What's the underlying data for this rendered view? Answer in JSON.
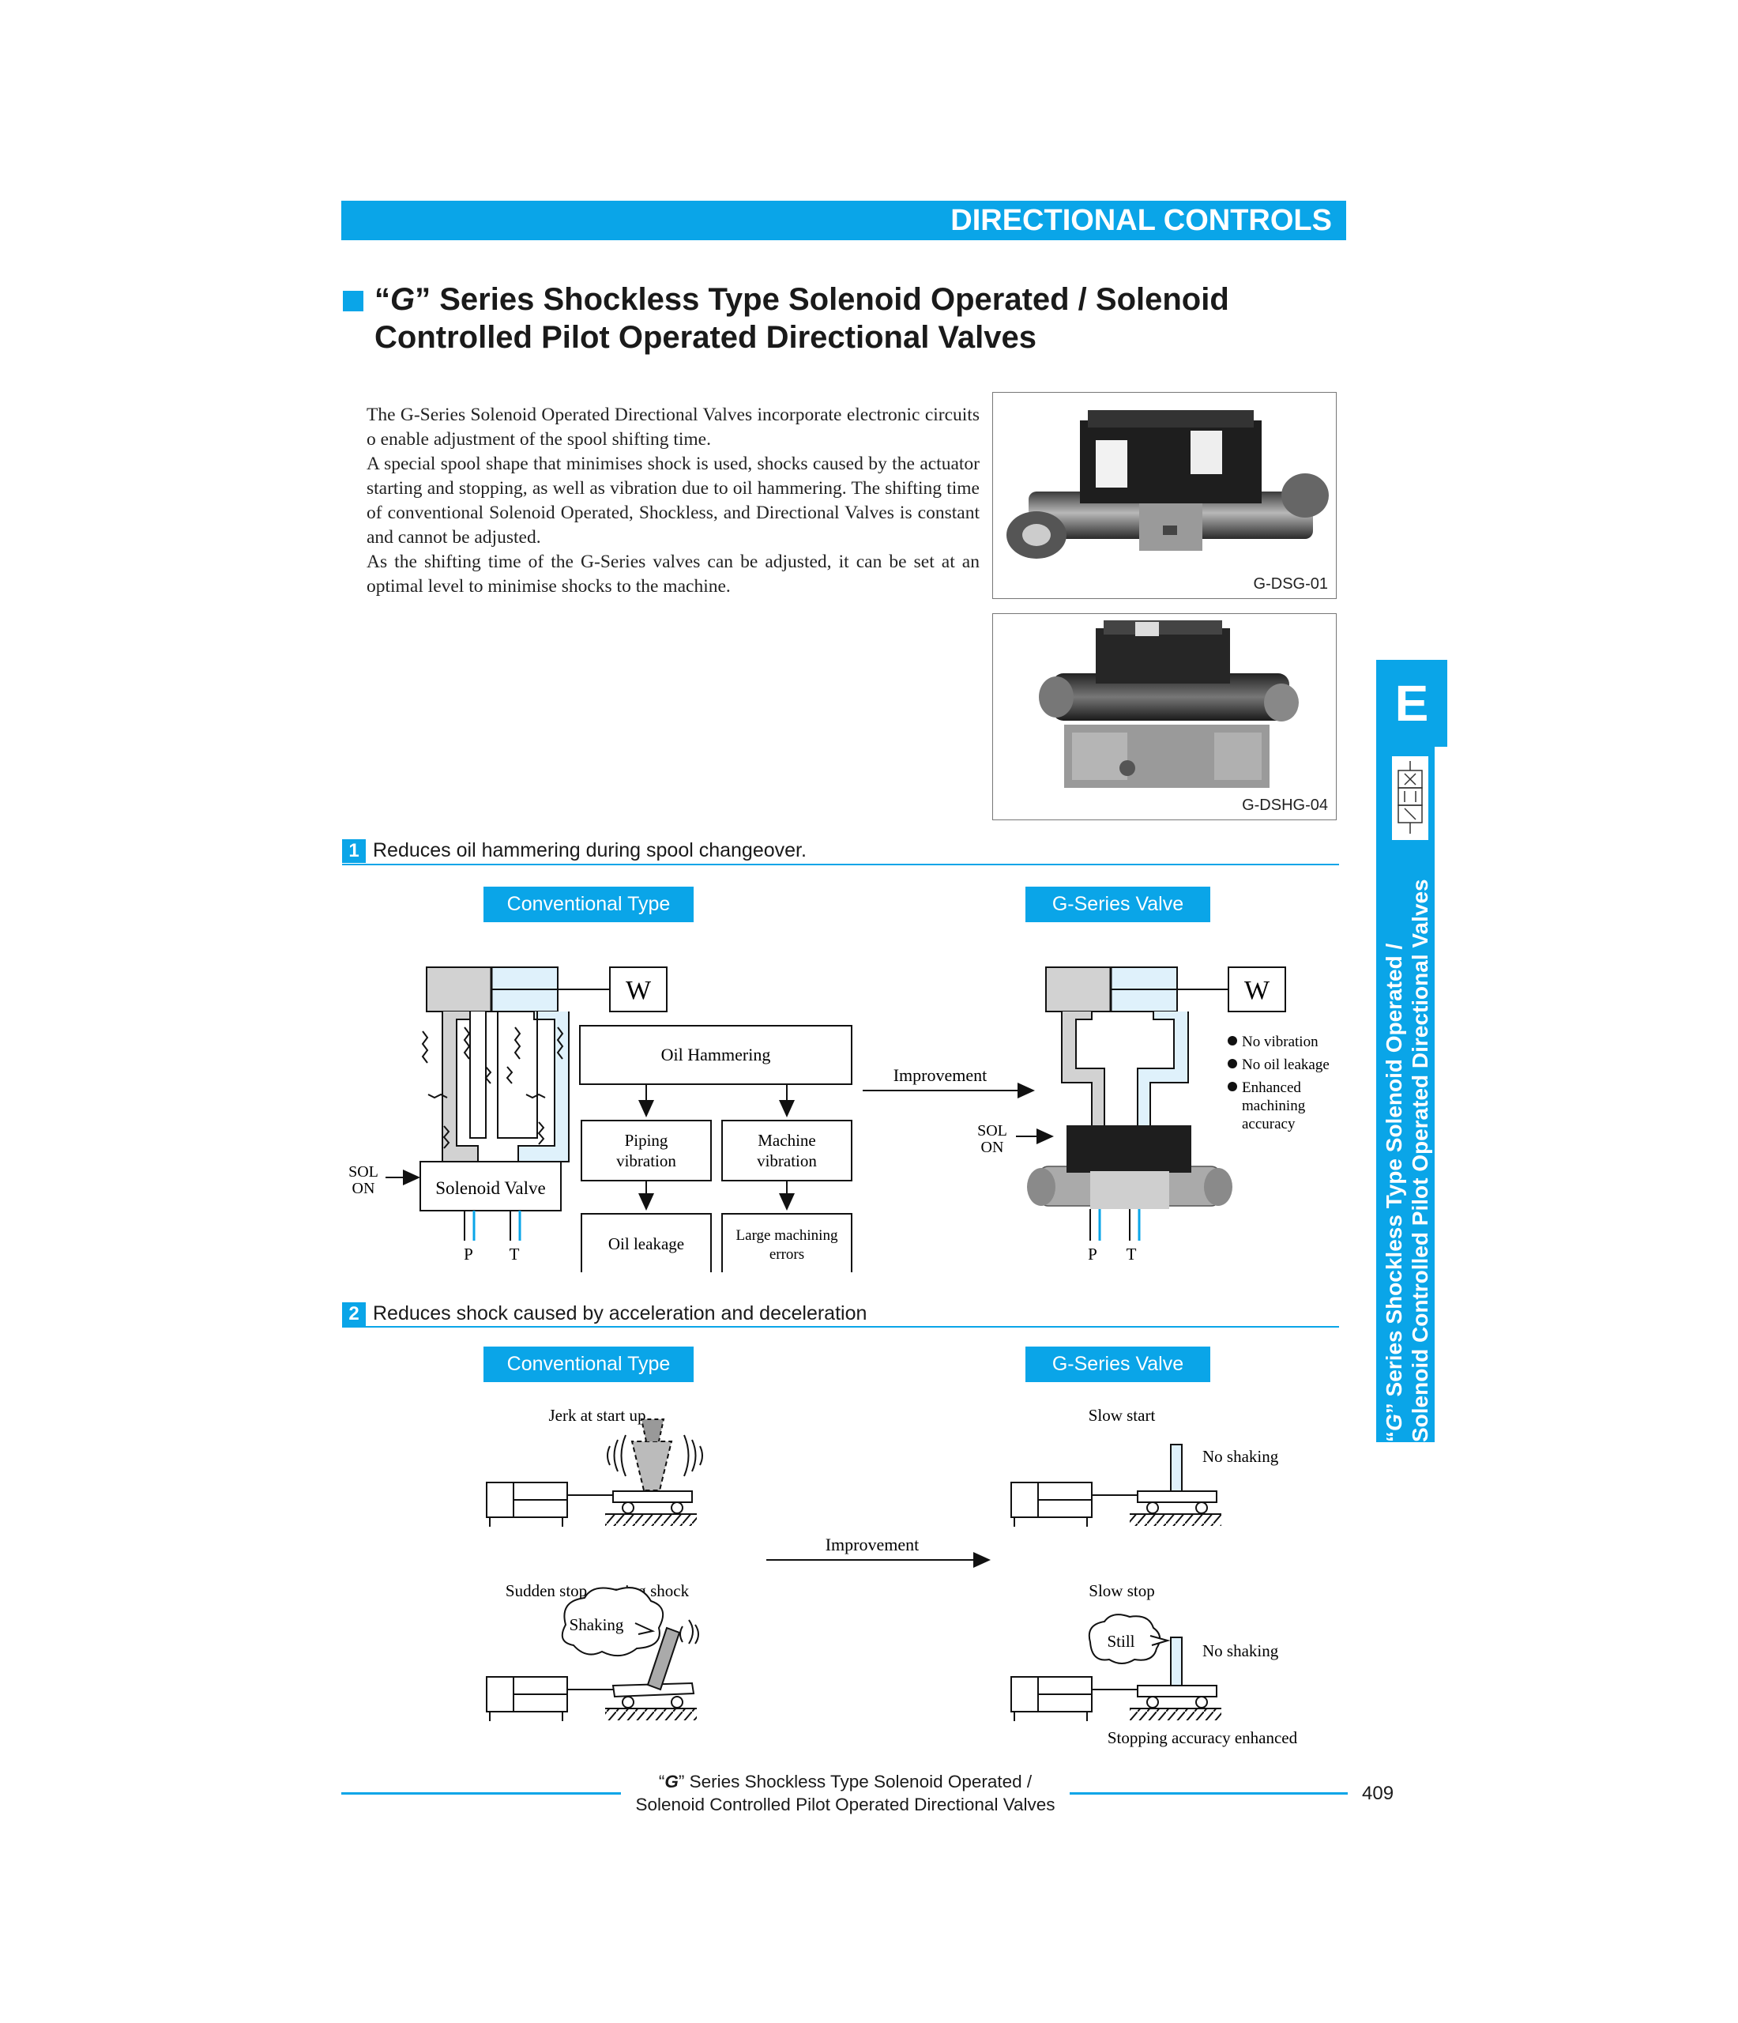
{
  "header": {
    "label": "DIRECTIONAL CONTROLS"
  },
  "title": {
    "logo": "G",
    "line1_suffix": "” Series Shockless Type Solenoid Operated / Solenoid",
    "line1_prefix": "“",
    "line2": "Controlled Pilot Operated Directional Valves"
  },
  "intro": {
    "p1": "The G-Series Solenoid Operated Directional Valves incorporate electronic circuits o enable adjustment of the spool shifting time.",
    "p2": "A special spool shape that minimises shock is used, shocks caused by the actuator starting and stopping, as well as vibration due to oil hammering. The shifting time of conventional Solenoid Operated, Shockless, and Directional Valves is constant and cannot be adjusted.",
    "p3": "As the shifting time of the G-Series valves can be adjusted, it can be set at an optimal level to minimise shocks to the machine."
  },
  "photos": [
    {
      "caption": "G-DSG-01"
    },
    {
      "caption": "G-DSHG-04"
    }
  ],
  "side_tab": {
    "letter": "E",
    "line1": "” Series Shockless Type Solenoid Operated /",
    "line1_prefix": "“",
    "logo": "G",
    "line2": "Solenoid Controlled Pilot Operated Directional Valves"
  },
  "section1": {
    "number": "1",
    "title": "Reduces oil hammering during spool changeover.",
    "left_label": "Conventional Type",
    "right_label": "G-Series Valve",
    "weight": "W",
    "oil_hammering": "Oil Hammering",
    "piping_vibration": [
      "Piping",
      "vibration"
    ],
    "machine_vibration": [
      "Machine",
      "vibration"
    ],
    "oil_leakage": "Oil leakage",
    "large_errors": [
      "Large machining",
      "errors"
    ],
    "improvement": "Improvement",
    "sol": "SOL",
    "on": "ON",
    "solenoid_valve": "Solenoid Valve",
    "port_p": "P",
    "port_t": "T",
    "benefits": [
      "No vibration",
      "No oil leakage",
      "Enhanced",
      "machining",
      "accuracy"
    ]
  },
  "section2": {
    "number": "2",
    "title": "Reduces shock caused by acceleration and deceleration",
    "left_label": "Conventional Type",
    "right_label": "G-Series Valve",
    "jerk": "Jerk at start up",
    "sudden_stop": "Sudden stop, causing shock",
    "shaking": "Shaking",
    "slow_start": "Slow start",
    "slow_stop": "Slow stop",
    "no_shaking": "No shaking",
    "still": "Still",
    "improvement": "Improvement",
    "stopping_accuracy": "Stopping accuracy enhanced"
  },
  "footer": {
    "prefix": "“",
    "logo": "G",
    "line1": "” Series Shockless Type Solenoid Operated /",
    "line2": "Solenoid Controlled Pilot Operated Directional Valves",
    "page_number": "409"
  },
  "colors": {
    "accent": "#0aa5e8",
    "light_blue": "#dff1fb",
    "gray_fill": "#d2d2d2"
  }
}
